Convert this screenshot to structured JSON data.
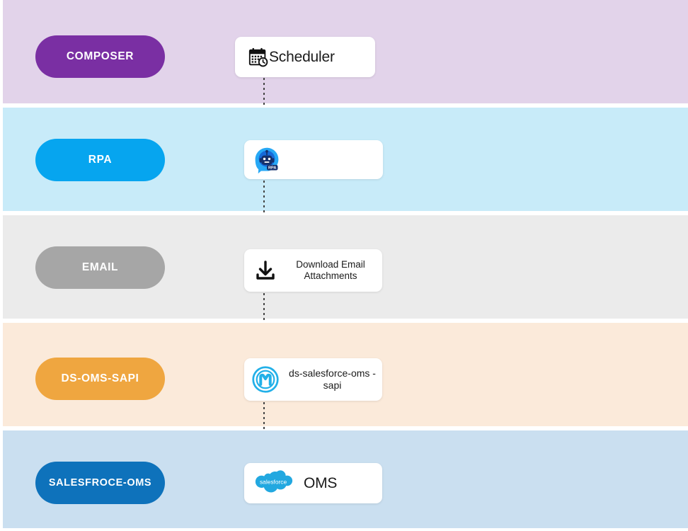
{
  "diagram": {
    "title": "Composer to Salesforce OMS integration swimlane flow",
    "lanes": [
      {
        "id": "composer",
        "label": "COMPOSER",
        "pill_color": "#7a2fa3",
        "band_color": "#e2d3ea",
        "node": {
          "label": "Scheduler",
          "icon": "calendar-clock-icon"
        }
      },
      {
        "id": "rpa",
        "label": "RPA",
        "pill_color": "#06a5ef",
        "band_color": "#c8ebf9",
        "node": {
          "label": "",
          "icon": "rpa-bot-icon"
        }
      },
      {
        "id": "email",
        "label": "EMAIL",
        "pill_color": "#a6a6a6",
        "band_color": "#ebebeb",
        "node": {
          "label": "Download Email Attachments",
          "icon": "download-icon"
        }
      },
      {
        "id": "ds-oms-sapi",
        "label": "DS-OMS-SAPI",
        "pill_color": "#efa640",
        "band_color": "#fbeada",
        "node": {
          "label": "ds-salesforce-oms -sapi",
          "icon": "mulesoft-icon"
        }
      },
      {
        "id": "salesfroce-oms",
        "label": "SALESFROCE-OMS",
        "pill_color": "#0e72bb",
        "band_color": "#cadff0",
        "node": {
          "label": "OMS",
          "icon": "salesforce-cloud-icon"
        }
      }
    ],
    "connectors": [
      {
        "from": "composer",
        "to": "rpa",
        "style": "dotted",
        "arrow": "down"
      },
      {
        "from": "rpa",
        "to": "email",
        "style": "dotted",
        "arrow": "down"
      },
      {
        "from": "email",
        "to": "ds-oms-sapi",
        "style": "dotted",
        "arrow": "down"
      },
      {
        "from": "ds-oms-sapi",
        "to": "salesfroce-oms",
        "style": "dotted",
        "arrow": "down"
      }
    ],
    "icon_labels": {
      "rpa_badge": "RPA",
      "salesforce_wordmark": "salesforce",
      "mulesoft_letter": "M"
    }
  }
}
